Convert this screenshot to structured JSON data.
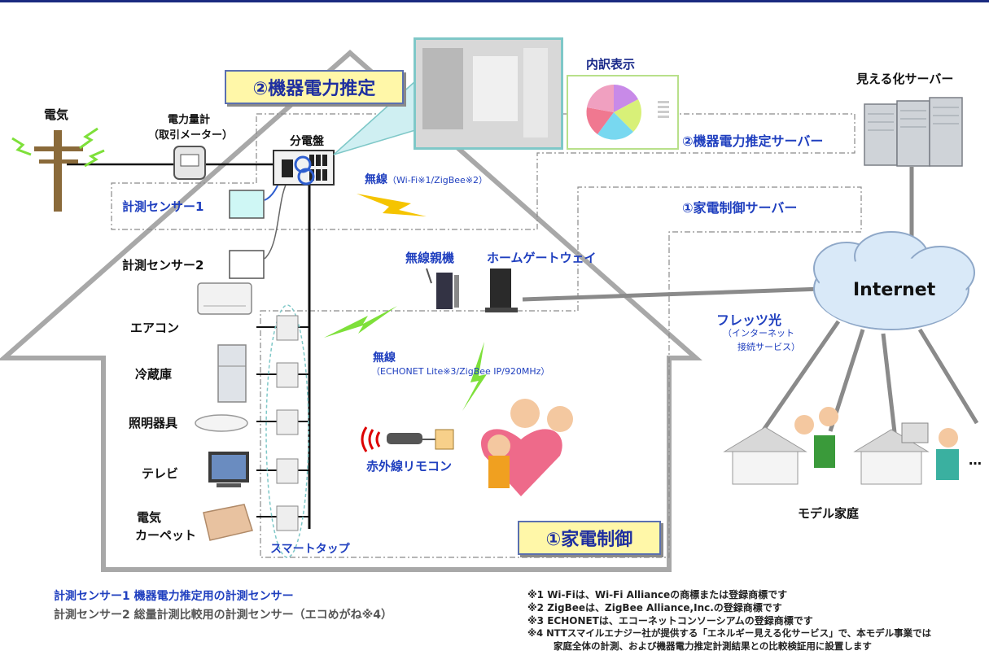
{
  "labels": {
    "denki": "電気",
    "meter_title": "電力量計",
    "meter_sub": "（取引メーター）",
    "bundenban": "分電盤",
    "sensor1": "計測センサー1",
    "sensor2": "計測センサー2",
    "kiki_box": "②機器電力推定",
    "kaden_box": "①家電制御",
    "uchiwake": "内訳表示",
    "mieruka_server": "見える化サーバー",
    "kiki_server": "②機器電力推定サーバー",
    "kaden_server": "①家電制御サーバー",
    "wireless1_main": "無線",
    "wireless1_sub": "（Wi-Fi※1/ZigBee※2）",
    "musen_oyaki": "無線親機",
    "home_gateway": "ホームゲートウェイ",
    "internet": "Internet",
    "flets": "フレッツ光",
    "flets_sub1": "（インターネット",
    "flets_sub2": "接続サービス）",
    "wireless2_main": "無線",
    "wireless2_sub": "（ECHONET Lite※3/ZigBee IP/920MHz）",
    "aircon": "エアコン",
    "reizoko": "冷蔵庫",
    "shomei": "照明器具",
    "tv": "テレビ",
    "carpet1": "電気",
    "carpet2": "カーペット",
    "smart_tap": "スマートタップ",
    "remocon": "赤外線リモコン",
    "model_katei": "モデル家庭",
    "ellipsis": "…"
  },
  "legend": {
    "s1": "計測センサー1  機器電力推定用の計測センサー",
    "s2": "計測センサー2  総量計測比較用の計測センサー（エコめがね※4）"
  },
  "notes": [
    "※1  Wi-Fiは、Wi-Fi Allianceの商標または登録商標です",
    "※2  ZigBeeは、ZigBee Alliance,Inc.の登録商標です",
    "※3  ECHONETは、エコーネットコンソーシアムの登録商標です",
    "※4  NTTスマイルエナジー社が提供する「エネルギー見える化サービス」で、本モデル事業では",
    "家庭全体の計測、および機器電力推定計測結果との比較検証用に設置します"
  ],
  "colors": {
    "accent_blue": "#1f3fbf",
    "navy": "#1a2a80",
    "lightning_green": "#7ee03a",
    "lightning_yellow": "#f5c400",
    "panel_border": "#7fc8c8"
  }
}
